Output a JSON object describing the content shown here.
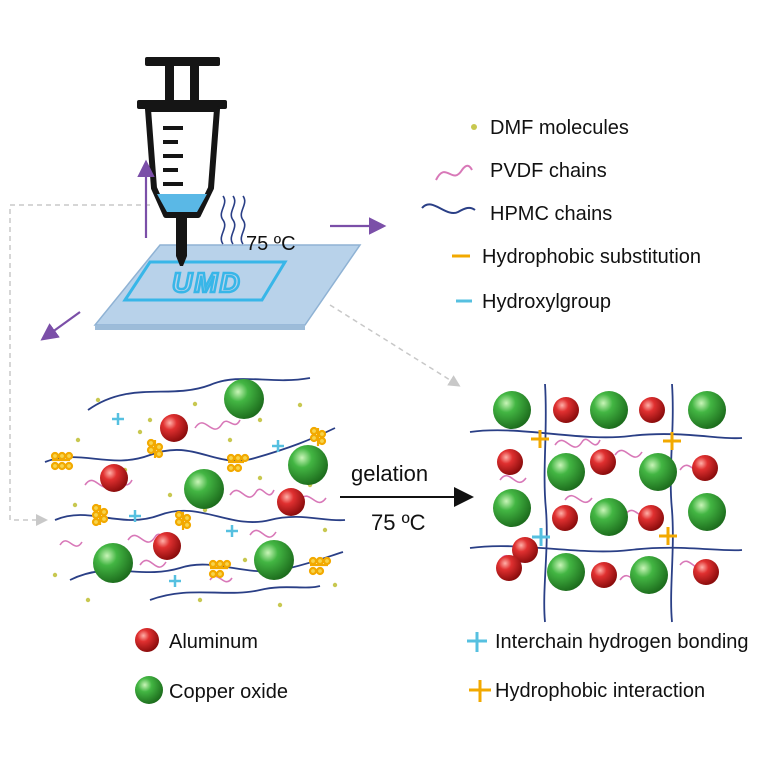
{
  "temperature_label": "75 ºC",
  "chip_text": "UMD",
  "legend_top": {
    "dmf": "DMF molecules",
    "pvdf": "PVDF chains",
    "hpmc": "HPMC chains",
    "hydrophobic_substitution": "Hydrophobic substitution",
    "hydroxyl": "Hydroxylgroup"
  },
  "process": {
    "gelation": "gelation",
    "temperature": "75 ºC"
  },
  "legend_bottom_left": {
    "aluminum": "Aluminum",
    "copper_oxide": "Copper oxide"
  },
  "legend_bottom_right": {
    "interchain": "Interchain hydrogen bonding",
    "hydrophobic_interaction": "Hydrophobic interaction"
  },
  "colors": {
    "aluminum": "#d42a2a",
    "copper_oxide": "#3cae3c",
    "pvdf": "#d878b8",
    "hpmc": "#2a3f86",
    "hydrophobic": "#f2a900",
    "hydroxyl": "#56c0e0",
    "dmf": "#c8c850",
    "arrow": "#7b4fa8"
  }
}
